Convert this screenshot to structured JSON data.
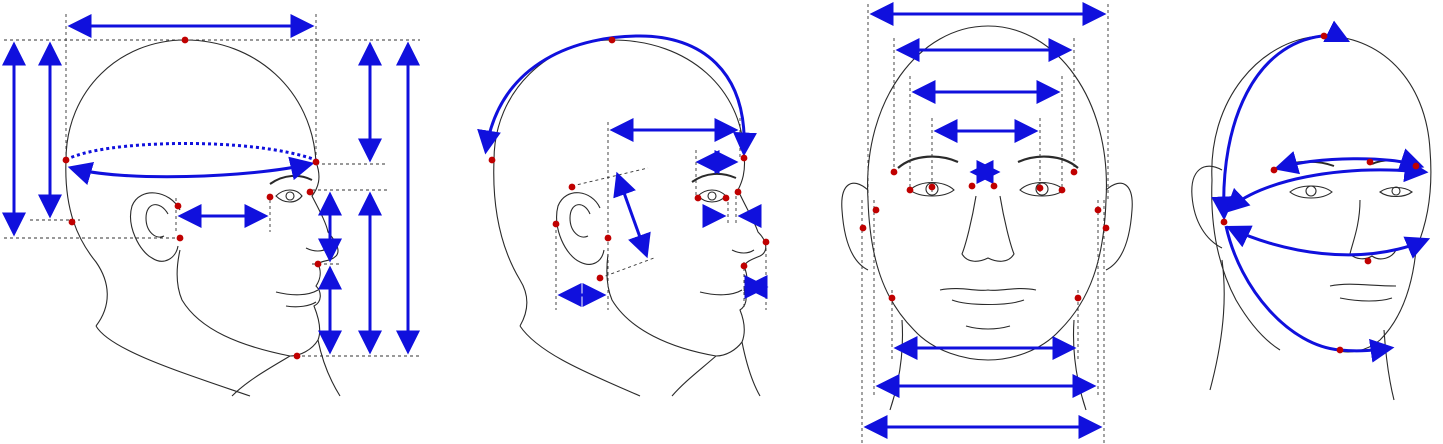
{
  "figure": {
    "panels": [
      {
        "view": "profile-left",
        "measurement_type": "lengths"
      },
      {
        "view": "profile-right",
        "measurement_type": "arcs-and-lengths"
      },
      {
        "view": "frontal",
        "measurement_type": "widths"
      },
      {
        "view": "three-quarter",
        "measurement_type": "circumferences"
      }
    ]
  },
  "colors": {
    "arrow": "#1010dd",
    "landmark": "#c00000",
    "outline": "#2a2a2a",
    "guide": "#333333"
  }
}
